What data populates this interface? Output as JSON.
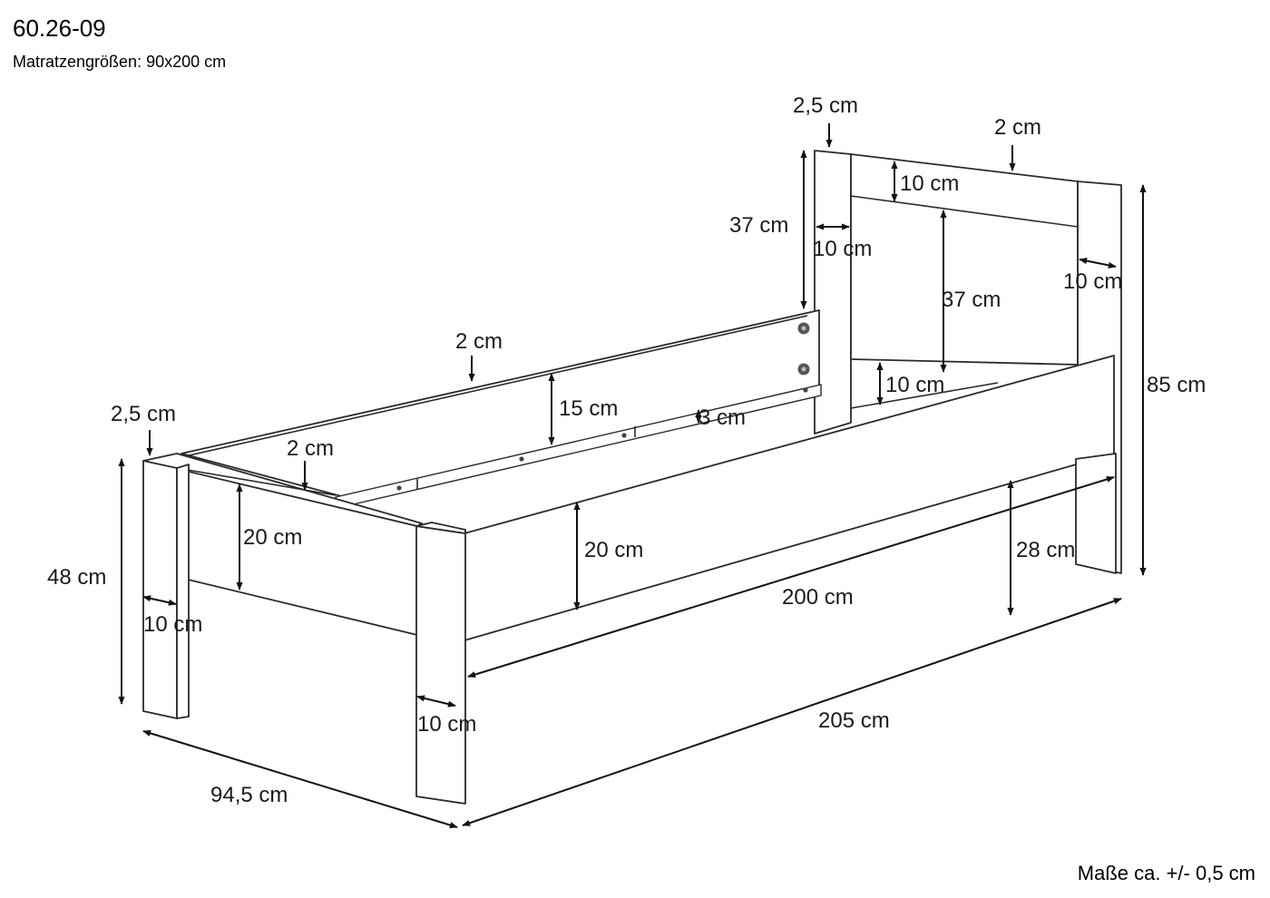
{
  "header": {
    "article_number": "60.26-09",
    "mattress_sizes": "Matratzengrößen: 90x200 cm"
  },
  "footer": {
    "tolerance_note": "Maße ca. +/- 0,5 cm"
  },
  "dimensions": {
    "headboard_top_thickness": "2,5 cm",
    "headboard_panel_thickness": "2 cm",
    "headboard_top_rail": "10 cm",
    "headboard_post_width_left": "10 cm",
    "headboard_post_width_right": "10 cm",
    "headboard_upper_height": "37 cm",
    "headboard_panel_height": "37 cm",
    "headboard_bottom_rail": "10 cm",
    "total_height": "85 cm",
    "side_rail_thickness": "2 cm",
    "side_rail_height_back": "15 cm",
    "slat_support_ledge": "3 cm",
    "foot_post_thickness": "2,5 cm",
    "foot_board_thickness": "2 cm",
    "foot_board_height": "20 cm",
    "side_board_height": "20 cm",
    "ground_clearance": "28 cm",
    "foot_height": "48 cm",
    "foot_post_width_left": "10 cm",
    "foot_post_width_front": "10 cm",
    "inner_length": "200 cm",
    "outer_length": "205 cm",
    "outer_width": "94,5 cm"
  },
  "colors": {
    "line": "#2a2a2a",
    "background": "#ffffff",
    "text": "#1a1a1a"
  }
}
